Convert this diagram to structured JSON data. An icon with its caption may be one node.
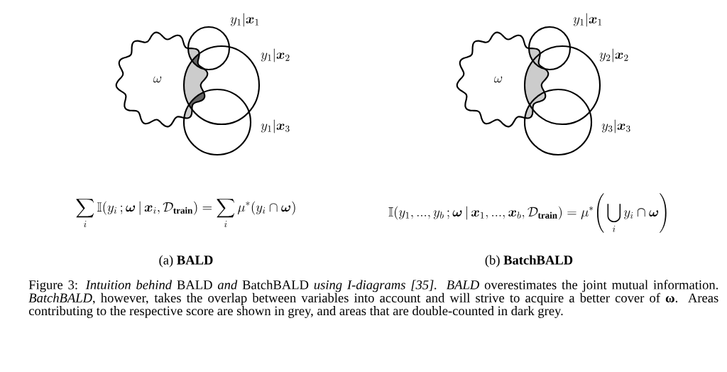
{
  "diagram": {
    "caption": "Figure 3: *Intuition behind* BALD *and* BatchBALD *using I-diagrams [35]. BALD* overestimates the joint mutual information. *BatchBALD*, however, takes the overlap between variables into account and will strive to acquire a better cover of **ω**. Areas contributing to the respective score are shown in grey, and areas that are double-counted in dark grey.",
    "labels": [
      "y_1|\\boldsymbol{x}_1",
      "y_1|\\boldsymbol{x}_2",
      "\\omega",
      "y_1|\\boldsymbol{x}_3",
      "y_1|\\boldsymbol{x}_1",
      "y_2|\\boldsymbol{x}_2",
      "\\omega",
      "y_3|\\boldsymbol{x}_3",
      "\\sum_i \\mathbb{I}(y_i\\,;\\boldsymbol{\\omega}\\,|\\,\\boldsymbol{x}_i,\\mathcal{D}_{\\textbf{train}}) = \\sum_i \\mu^*(y_i\\cap\\boldsymbol{\\omega})",
      "\\mathbb{I}(y_1,...,y_b\\,;\\boldsymbol{\\omega}\\,|\\,\\boldsymbol{x}_1,...,\\boldsymbol{x}_b,\\mathcal{D}_{\\textbf{train}}) = \\mu^*\\Bigg(\\bigcup_i y_i\\cap\\boldsymbol{\\omega}\\Bigg)",
      "(a) **BALD**",
      "(b) **BatchBALD**"
    ]
  }
}
